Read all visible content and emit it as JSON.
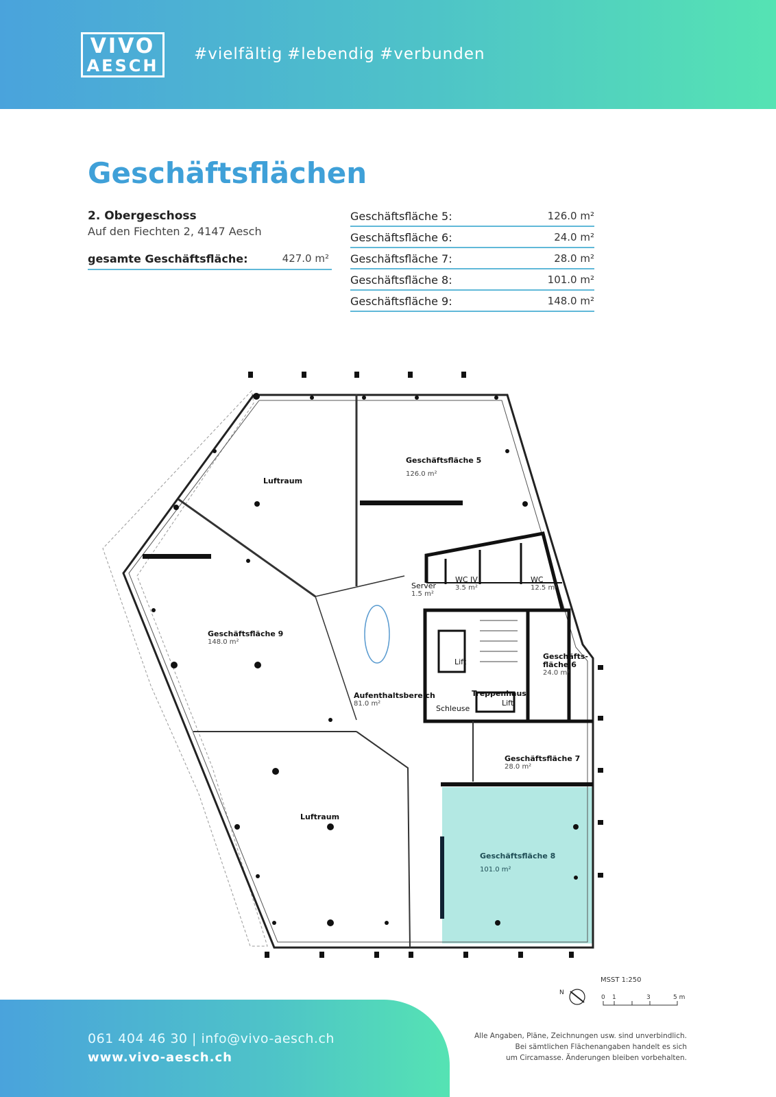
{
  "header": {
    "logo_line1": "VIVO",
    "logo_line2": "AESCH",
    "tags": [
      "#vielfältig",
      "#lebendig",
      "#verbunden"
    ]
  },
  "page_title": "Geschäftsflächen",
  "floor": "2. Obergeschoss",
  "address": "Auf den Fiechten 2, 4147 Aesch",
  "total": {
    "label": "gesamte Geschäftsfläche:",
    "value": "427.0 m²"
  },
  "areas": [
    {
      "label": "Geschäftsfläche 5:",
      "value": "126.0 m²"
    },
    {
      "label": "Geschäftsfläche 6:",
      "value": "24.0 m²"
    },
    {
      "label": "Geschäftsfläche 7:",
      "value": "28.0 m²"
    },
    {
      "label": "Geschäftsfläche 8:",
      "value": "101.0 m²"
    },
    {
      "label": "Geschäftsfläche 9:",
      "value": "148.0 m²"
    }
  ],
  "plan": {
    "rooms": [
      {
        "name": "Luftraum",
        "area": ""
      },
      {
        "name": "Geschäftsfläche 5",
        "area": "126.0 m²"
      },
      {
        "name": "Geschäftsfläche 9",
        "area": "148.0 m²"
      },
      {
        "name": "Server",
        "area": "1.5 m²"
      },
      {
        "name": "WC IV",
        "area": "3.5 m²"
      },
      {
        "name": "WC",
        "area": "12.5 m²"
      },
      {
        "name": "Lift",
        "area": ""
      },
      {
        "name": "Geschäfts-",
        "area": ""
      },
      {
        "name": "fläche 6",
        "area": "24.0 m²"
      },
      {
        "name": "Aufenthaltsbereich",
        "area": "81.0 m²"
      },
      {
        "name": "Treppenhaus",
        "area": ""
      },
      {
        "name": "Schleuse",
        "area": ""
      },
      {
        "name": "Lift",
        "area": ""
      },
      {
        "name": "Geschäftsfläche 7",
        "area": "28.0 m²"
      },
      {
        "name": "Luftraum",
        "area": ""
      },
      {
        "name": "Geschäftsfläche 8",
        "area": "101.0 m²"
      }
    ],
    "highlight_color": "#b3e8e3",
    "scale_label": "MSST 1:250",
    "north_label": "N",
    "scale_ticks": [
      "0",
      "1",
      "3",
      "5 m"
    ]
  },
  "footer": {
    "contact": "061 404 46 30 | info@vivo-aesch.ch",
    "website": "www.vivo-aesch.ch"
  },
  "disclaimer": [
    "Alle Angaben, Pläne, Zeichnungen usw. sind unverbindlich.",
    "Bei sämtlichen Flächenangaben handelt es sich",
    "um Circamasse. Änderungen bleiben vorbehalten."
  ],
  "colors": {
    "accent": "#3fa0d8",
    "rule": "#5fb8d8",
    "gradient_end": "#55e3b3"
  }
}
